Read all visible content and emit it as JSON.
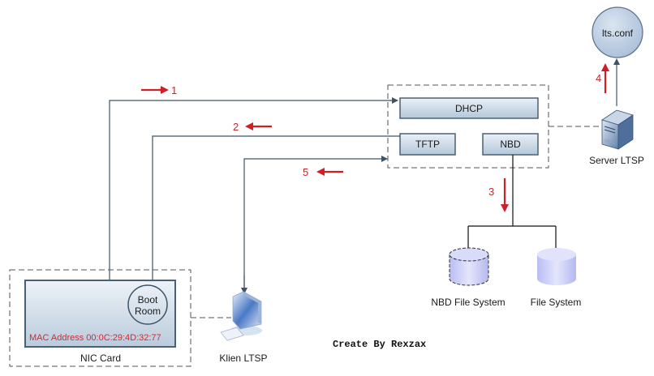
{
  "diagram": {
    "nodes": {
      "dhcp": "DHCP",
      "tftp": "TFTP",
      "nbd": "NBD",
      "lts_conf": "lts.conf",
      "server": "Server LTSP",
      "client": "Klien LTSP",
      "nbd_fs": "NBD File System",
      "fs": "File System",
      "boot_room": [
        "Boot",
        "Room"
      ],
      "mac_address": "MAC Address 00:0C:29:4D:32:77",
      "nic_card": "NIC Card"
    },
    "steps": [
      "1",
      "2",
      "3",
      "4",
      "5"
    ],
    "credit": "Create By Rexzax"
  },
  "colors": {
    "step_arrow": "#d01f26",
    "connector": "#3e5366",
    "mac_text": "#d8262e"
  }
}
